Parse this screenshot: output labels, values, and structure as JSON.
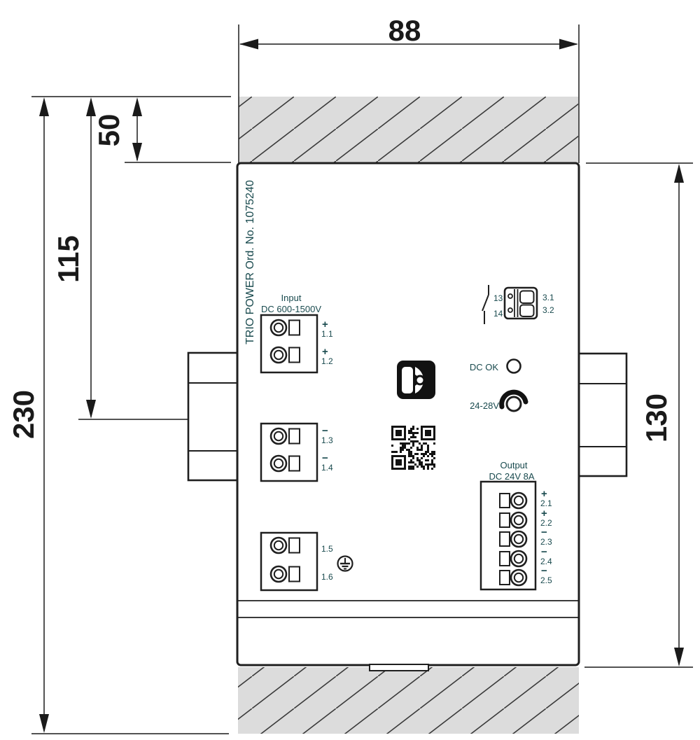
{
  "colors": {
    "label_teal": "#194a4e",
    "line_black": "#1f1f1f",
    "hatch_gray": "#dcdcdc"
  },
  "dimensions": {
    "width": "88",
    "total_height": "230",
    "upper_height": "115",
    "top_clearance": "50",
    "device_height": "130"
  },
  "device": {
    "side_label": "TRIO POWER Ord. No. 1075240"
  },
  "input": {
    "title": "Input",
    "subtitle": "DC 600-1500V",
    "terminals": [
      {
        "sign": "+",
        "label": "1.1"
      },
      {
        "sign": "+",
        "label": "1.2"
      },
      {
        "sign": "−",
        "label": "1.3"
      },
      {
        "sign": "−",
        "label": "1.4"
      },
      {
        "sign": "",
        "label": "1.5"
      },
      {
        "sign": "",
        "label": "1.6"
      }
    ]
  },
  "relay": {
    "contacts": [
      "13",
      "14"
    ],
    "terminals": [
      "3.1",
      "3.2"
    ]
  },
  "indicators": {
    "dc_ok_label": "DC OK",
    "adjust_label": "24-28V"
  },
  "output": {
    "title": "Output",
    "subtitle": "DC 24V 8A",
    "terminals": [
      {
        "sign": "+",
        "label": "2.1"
      },
      {
        "sign": "+",
        "label": "2.2"
      },
      {
        "sign": "−",
        "label": "2.3"
      },
      {
        "sign": "−",
        "label": "2.4"
      },
      {
        "sign": "−",
        "label": "2.5"
      }
    ]
  }
}
